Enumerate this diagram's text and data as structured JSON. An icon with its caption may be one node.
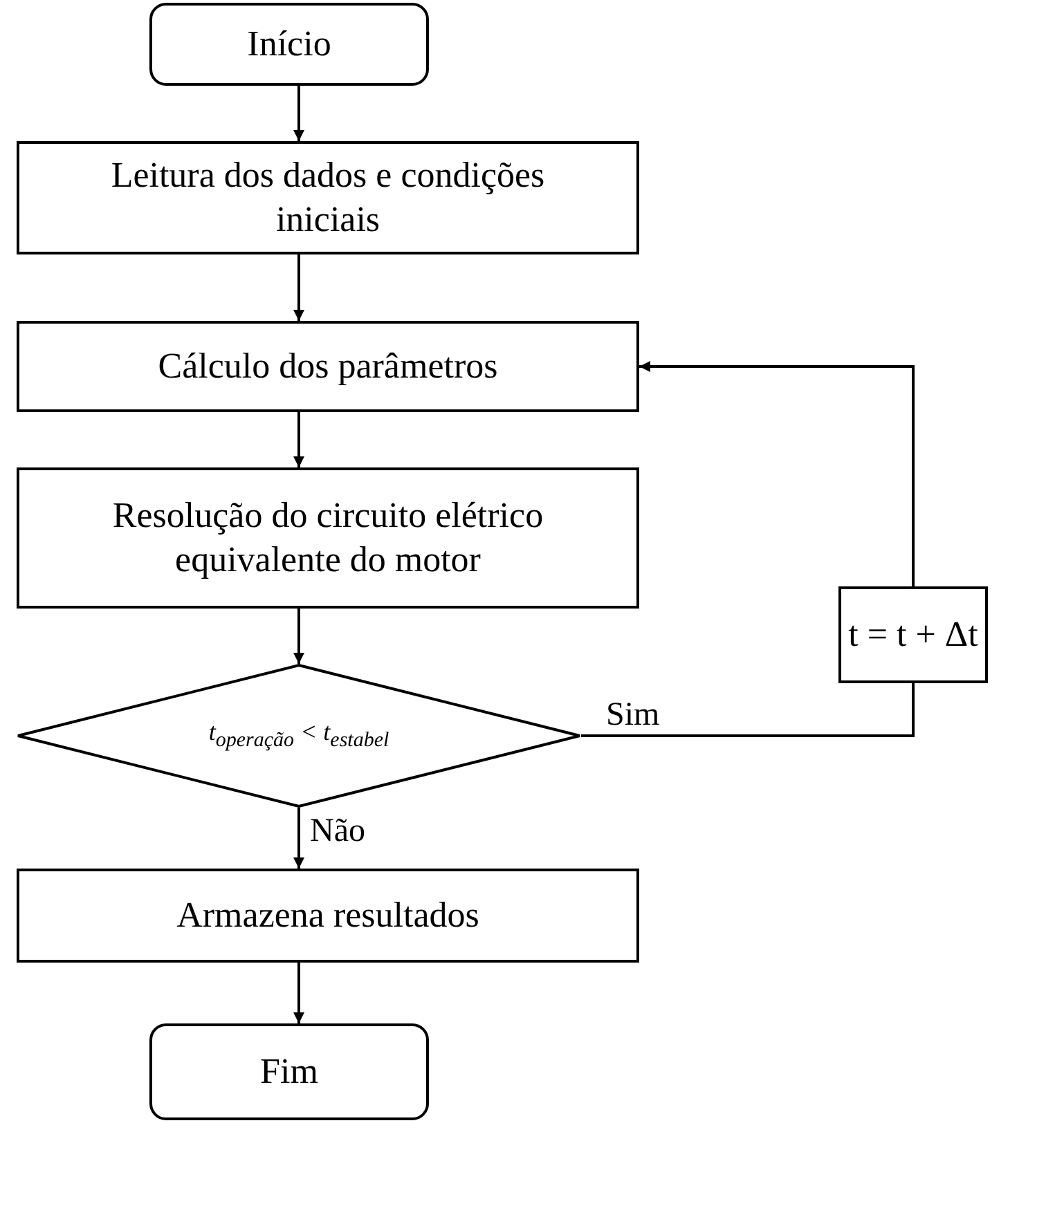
{
  "diagram": {
    "nodes": [
      {
        "text": [
          "Início"
        ]
      },
      {
        "text": [
          "Leitura dos dados e condições iniciais"
        ]
      },
      {
        "text": [
          "Cálculo dos parâmetros"
        ]
      },
      {
        "text": [
          "Resolução do circuito elétrico equivalente do motor"
        ]
      },
      {
        "text": [
          "t$_{operação}$ < t$_{estabel}$"
        ]
      },
      {
        "text": [
          "Armazena resultados"
        ]
      },
      {
        "text": [
          "Fim"
        ]
      },
      {
        "text": [
          "t = t + Δt"
        ]
      }
    ],
    "edges": [
      {
        "from": 0,
        "to": 1,
        "arrow": "to"
      },
      {
        "from": 1,
        "to": 2,
        "arrow": "to"
      },
      {
        "from": 2,
        "to": 3,
        "arrow": "to"
      },
      {
        "from": 3,
        "to": 4,
        "arrow": "to"
      },
      {
        "from": 4,
        "to": 5,
        "arrow": "to",
        "label": "Não"
      },
      {
        "from": 5,
        "to": 6,
        "arrow": "to"
      },
      {
        "from": 4,
        "to": 7,
        "arrow": "none",
        "label": "Sim"
      },
      {
        "from": 7,
        "to": 2,
        "arrow": "to"
      }
    ]
  }
}
